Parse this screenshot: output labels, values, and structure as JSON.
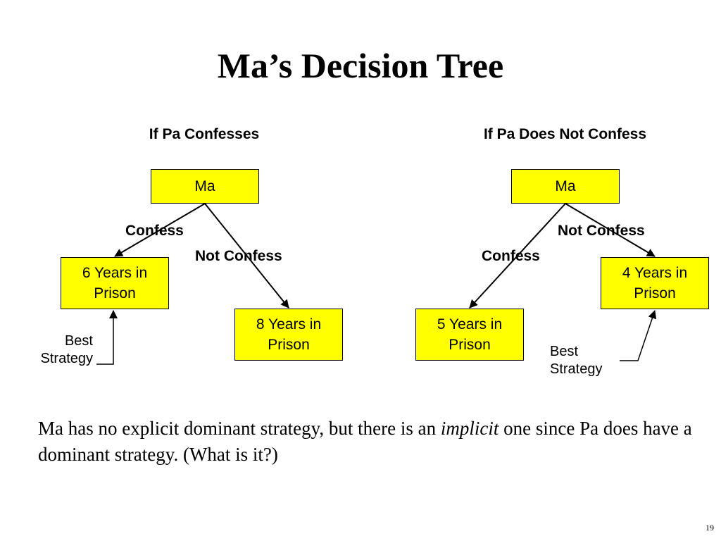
{
  "title": "Ma’s Decision Tree",
  "left_tree": {
    "heading": "If Pa Confesses",
    "root": "Ma",
    "confess_label": "Confess",
    "not_confess_label": "Not Confess",
    "confess_outcome": "6 Years in Prison",
    "not_confess_outcome": "8 Years in Prison",
    "best_label": "Best Strategy"
  },
  "right_tree": {
    "heading": "If Pa Does Not Confess",
    "root": "Ma",
    "confess_label": "Confess",
    "not_confess_label": "Not Confess",
    "confess_outcome": "5 Years in Prison",
    "not_confess_outcome": "4 Years in Prison",
    "best_label": "Best Strategy"
  },
  "caption": {
    "before": "Ma has no explicit dominant strategy, but there is an ",
    "emphasis": "implicit",
    "after": " one since Pa does have a dominant strategy.  (What is it?)"
  },
  "page_number": "19",
  "colors": {
    "node_fill": "#ffff00",
    "line": "#000000"
  }
}
